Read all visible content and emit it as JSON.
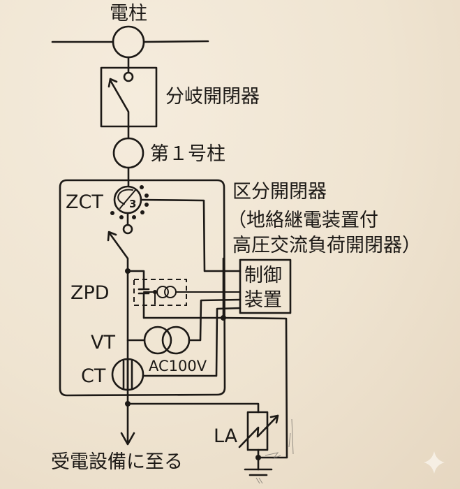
{
  "diagram": {
    "title": "高圧受電設備 引込み単線結線図（手描き）",
    "colors": {
      "paper": "#f1e7d6",
      "ink": "#1c1916"
    },
    "labels": {
      "utility_pole": "電柱",
      "branch_switch": "分岐開閉器",
      "first_pole": "第１号柱",
      "section_switch": "区分開閉器",
      "section_switch_note_line1": "（地絡継電装置付",
      "section_switch_note_line2": "高圧交流負荷開閉器）",
      "zct": "ZCT",
      "zct_number": "3",
      "zpd": "ZPD",
      "vt": "VT",
      "ct": "CT",
      "vt_output": "AC100V",
      "control_unit_line1": "制御",
      "control_unit_line2": "装置",
      "lightning_arrester": "LA",
      "to_receiving_equipment": "受電設備に至る"
    },
    "components": [
      {
        "id": "utility_pole",
        "symbol": "circle",
        "label_key": "utility_pole"
      },
      {
        "id": "branch_switch",
        "symbol": "switch-in-box",
        "label_key": "branch_switch"
      },
      {
        "id": "first_pole",
        "symbol": "circle",
        "label_key": "first_pole"
      },
      {
        "id": "section_switch",
        "symbol": "enclosure",
        "label_key": "section_switch"
      },
      {
        "id": "zct",
        "symbol": "zero-phase-current-transformer",
        "label_key": "zct"
      },
      {
        "id": "zpd",
        "symbol": "zero-phase-voltage-detector",
        "label_key": "zpd"
      },
      {
        "id": "vt",
        "symbol": "voltage-transformer",
        "label_key": "vt"
      },
      {
        "id": "ct",
        "symbol": "current-transformer",
        "label_key": "ct"
      },
      {
        "id": "control_unit",
        "symbol": "box",
        "label_key": "control_unit_line1"
      },
      {
        "id": "lightning_arrester",
        "symbol": "arrester",
        "label_key": "lightning_arrester"
      },
      {
        "id": "ground",
        "symbol": "earth",
        "label_key": null
      }
    ],
    "watermark_icon": "sparkle-icon"
  }
}
